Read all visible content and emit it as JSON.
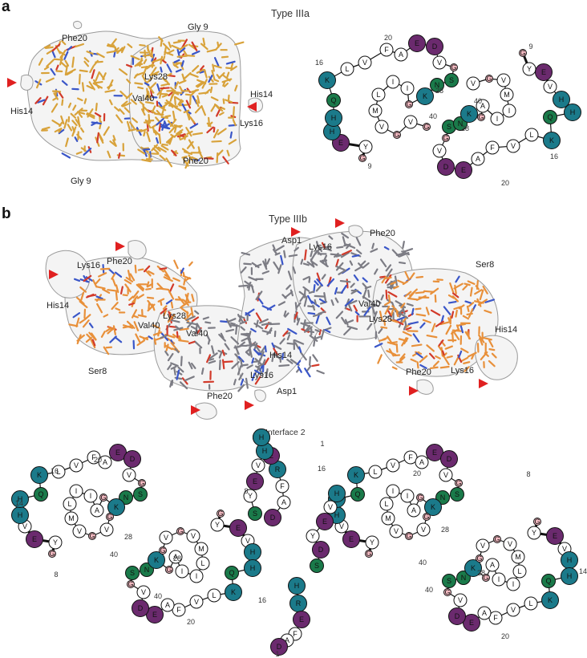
{
  "panels": [
    {
      "letter": "a",
      "title": "Type IIIa"
    },
    {
      "letter": "b",
      "title": "Type IIIb"
    }
  ],
  "panel_a_labels": [
    "Phe20",
    "Gly 9",
    "His14",
    "Lys28",
    "Val40",
    "His14",
    "Lys16",
    "Phe20",
    "Gly 9"
  ],
  "panel_b_labels": [
    "Lys16",
    "Phe20",
    "His14",
    "Lys28",
    "Val40",
    "Val40",
    "Ser8",
    "His14",
    "Lys16",
    "Phe20",
    "Asp1",
    "Asp1",
    "Lys16",
    "Phe20",
    "Ser8",
    "Val40",
    "Lys28",
    "His14",
    "Lys16",
    "Phe20"
  ],
  "interface_label": "Interface 2",
  "colors": {
    "hydrophobic": "#ffffff",
    "polar": "#1a7a4a",
    "positive": "#1b7a8a",
    "negative": "#6b2a6e",
    "glycine": "#f2b8c0",
    "stick_a": "#d8a23a",
    "stick_b": "#e8903a",
    "stick_grey": "#7c7c84",
    "marker": "#e02020"
  },
  "numbers": {
    "a_right": [
      "20",
      "16",
      "9",
      "28",
      "40",
      "28",
      "40",
      "16",
      "20"
    ],
    "a_left_9": "9",
    "b": [
      "16",
      "14",
      "20",
      "28",
      "40",
      "28",
      "40",
      "8",
      "20",
      "1",
      "8",
      "16",
      "20",
      "16",
      "28",
      "40",
      "28",
      "40",
      "8",
      "14",
      "20",
      "1"
    ]
  }
}
